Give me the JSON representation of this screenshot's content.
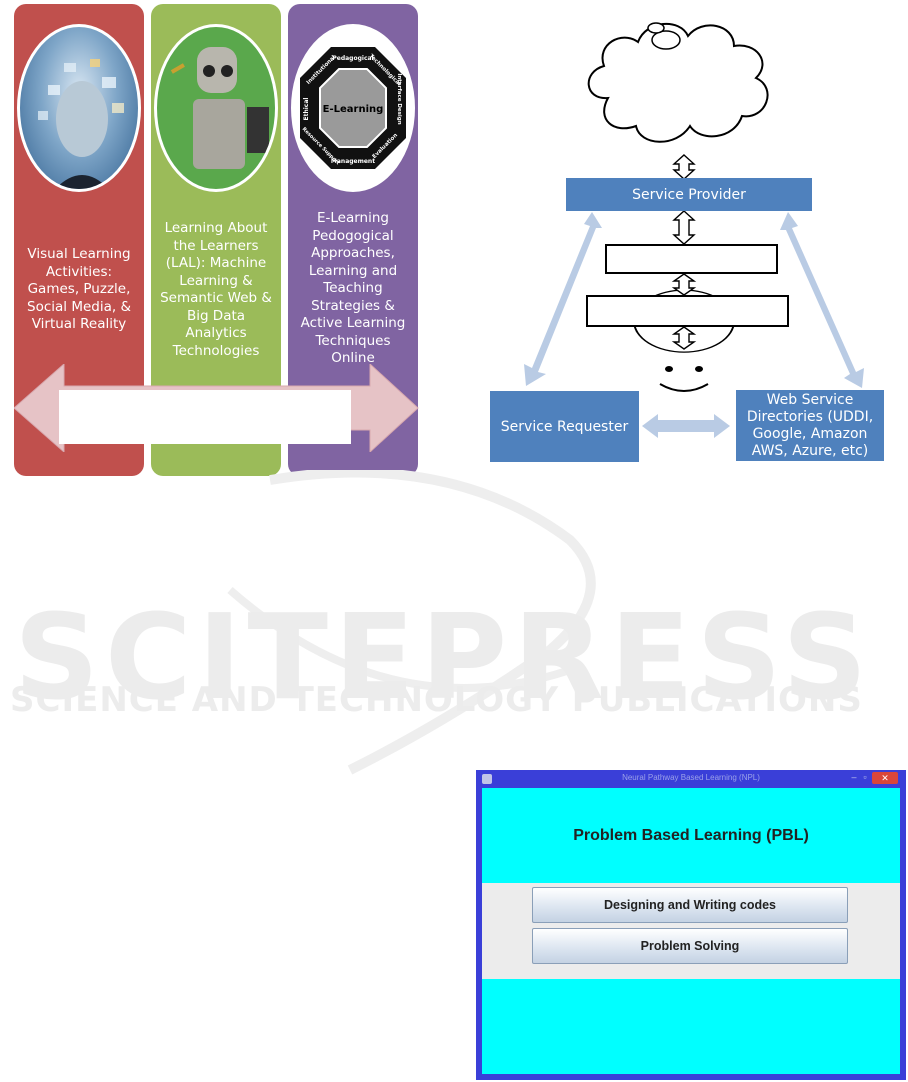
{
  "left_figure": {
    "columns": [
      {
        "text": "Visual Learning\nActivities:\nGames, Puzzle,\nSocial Media, &\nVirtual Reality",
        "color": "#c0504d"
      },
      {
        "text": "Learning About\nthe Learners\n(LAL): Machine\nLearning &\nSemantic Web &\nBig Data\nAnalytics\nTechnologies",
        "color": "#9bbb59"
      },
      {
        "text": "E-Learning\nPedogogical\nApproaches,\nLearning and\nTeaching\nStrategies &\nActive Learning\nTechniques\nOnline",
        "color": "#8064a2"
      }
    ],
    "octagon": {
      "center": "E-Learning",
      "labels": [
        "Pedagogical",
        "Technological",
        "Interface Design",
        "Evaluation",
        "Management",
        "Resource Support",
        "Ethical",
        "Institutional"
      ]
    },
    "arrow_color": "#e6c3c6"
  },
  "service_diagram": {
    "provider": "Service Provider",
    "requester": "Service Requester",
    "directories": "Web Service\nDirectories (UDDI,\nGoogle, Amazon\nAWS, Azure, etc)",
    "box_color": "#4f81bd",
    "arrow_color": "#b9cbe4"
  },
  "watermark": {
    "big": "SCITEPRESS",
    "small": "SCIENCE AND TECHNOLOGY PUBLICATIONS"
  },
  "window": {
    "title": "Neural Pathway Based Learning (NPL)",
    "heading": "Problem Based Learning (PBL)",
    "buttons": [
      "Designing and Writing codes",
      "Problem Solving"
    ],
    "close_label": "✕",
    "minimize_label": "–",
    "maximize_label": "▫"
  }
}
